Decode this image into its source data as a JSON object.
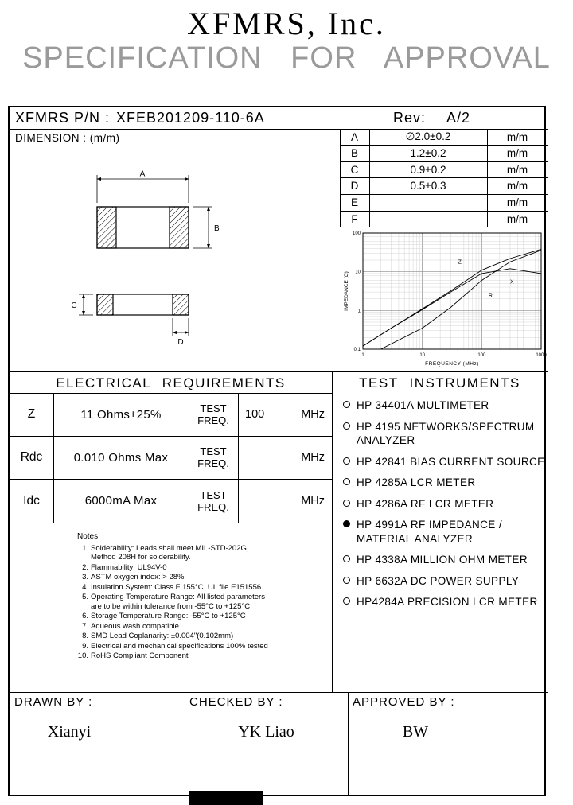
{
  "header": {
    "company": "XFMRS, Inc.",
    "title": "SPECIFICATION FOR APPROVAL"
  },
  "part_row": {
    "pn_label": "XFMRS P/N :",
    "pn_value": "XFEB201209-110-6A",
    "rev_label": "Rev:",
    "rev_value": "A/2"
  },
  "dimension_section": {
    "label": "DIMENSION : (m/m)",
    "drawing_labels": {
      "a": "A",
      "b": "B",
      "c": "C",
      "d": "D"
    },
    "table": {
      "rows": [
        {
          "key": "A",
          "value": "∅2.0±0.2",
          "unit": "m/m"
        },
        {
          "key": "B",
          "value": "1.2±0.2",
          "unit": "m/m"
        },
        {
          "key": "C",
          "value": "0.9±0.2",
          "unit": "m/m"
        },
        {
          "key": "D",
          "value": "0.5±0.3",
          "unit": "m/m"
        },
        {
          "key": "E",
          "value": "",
          "unit": "m/m"
        },
        {
          "key": "F",
          "value": "",
          "unit": "m/m"
        }
      ]
    }
  },
  "chart_data": {
    "type": "line",
    "title": "",
    "xlabel": "FREQUENCY (MHz)",
    "ylabel": "IMPEDANCE (Ω)",
    "xscale": "log",
    "yscale": "log",
    "xlim": [
      1,
      1000
    ],
    "ylim": [
      0.1,
      100
    ],
    "x_ticks": [
      1,
      10,
      100,
      1000
    ],
    "y_ticks": [
      0.1,
      1,
      10,
      100
    ],
    "grid": true,
    "series": [
      {
        "name": "Z",
        "x": [
          1,
          3,
          10,
          30,
          100,
          300,
          1000
        ],
        "y": [
          0.12,
          0.35,
          1.1,
          3.2,
          11,
          22,
          38
        ],
        "label_x": 40,
        "label_y": 16
      },
      {
        "name": "R",
        "x": [
          2,
          10,
          30,
          100,
          300,
          1000
        ],
        "y": [
          0.1,
          0.35,
          1.2,
          6,
          18,
          36
        ],
        "label_x": 130,
        "label_y": 2.2
      },
      {
        "name": "X",
        "x": [
          1,
          3,
          10,
          30,
          100,
          300,
          1000
        ],
        "y": [
          0.12,
          0.35,
          1.05,
          3.0,
          9,
          12,
          9
        ],
        "label_x": 300,
        "label_y": 5
      }
    ]
  },
  "electrical": {
    "title": "ELECTRICAL REQUIREMENTS",
    "rows": [
      {
        "param": "Z",
        "value": "11 Ohms±25%",
        "test_label": "TEST FREQ.",
        "freq": "100",
        "unit": "MHz"
      },
      {
        "param": "Rdc",
        "value": "0.010 Ohms Max",
        "test_label": "TEST FREQ.",
        "freq": "",
        "unit": "MHz"
      },
      {
        "param": "Idc",
        "value": "6000mA Max",
        "test_label": "TEST FREQ.",
        "freq": "",
        "unit": "MHz"
      }
    ]
  },
  "instruments": {
    "title": "TEST INSTRUMENTS",
    "items": [
      {
        "label": "HP 34401A MULTIMETER",
        "selected": false
      },
      {
        "label": "HP 4195 NETWORKS/SPECTRUM\nANALYZER",
        "selected": false
      },
      {
        "label": "HP 42841 BIAS CURRENT SOURCE",
        "selected": false
      },
      {
        "label": "HP 4285A LCR METER",
        "selected": false
      },
      {
        "label": "HP 4286A RF LCR METER",
        "selected": false
      },
      {
        "label": "HP 4991A RF IMPEDANCE /\nMATERIAL ANALYZER",
        "selected": true
      },
      {
        "label": "HP 4338A MILLION OHM METER",
        "selected": false
      },
      {
        "label": "HP 6632A DC POWER SUPPLY",
        "selected": false
      },
      {
        "label": "HP4284A PRECISION LCR METER",
        "selected": false
      }
    ]
  },
  "notes": {
    "title": "Notes:",
    "items": [
      {
        "num": "1.",
        "text": "Solderability: Leads shall meet MIL-STD-202G,\nMethod 208H for solderability."
      },
      {
        "num": "2.",
        "text": "Flammability: UL94V-0"
      },
      {
        "num": "3.",
        "text": "ASTM oxygen index: > 28%"
      },
      {
        "num": "4.",
        "text": "Insulation System: Class F 155°C. UL file E151556"
      },
      {
        "num": "5.",
        "text": "Operating Temperature Range: All listed parameters\nare to be within tolerance from -55°C to +125°C"
      },
      {
        "num": "6.",
        "text": "Storage Temperature Range: -55°C to +125°C"
      },
      {
        "num": "7.",
        "text": "Aqueous wash compatible"
      },
      {
        "num": "8.",
        "text": "SMD Lead Coplanarity: ±0.004\"(0.102mm)"
      },
      {
        "num": "9.",
        "text": "Electrical and mechanical specifications 100% tested"
      },
      {
        "num": "10.",
        "text": "RoHS Compliant Component"
      }
    ]
  },
  "signoff": {
    "drawn_label": "DRAWN BY :",
    "drawn_name": "Xianyi",
    "checked_label": "CHECKED BY :",
    "checked_name": "YK Liao",
    "approved_label": "APPROVED BY :",
    "approved_name": "BW"
  }
}
